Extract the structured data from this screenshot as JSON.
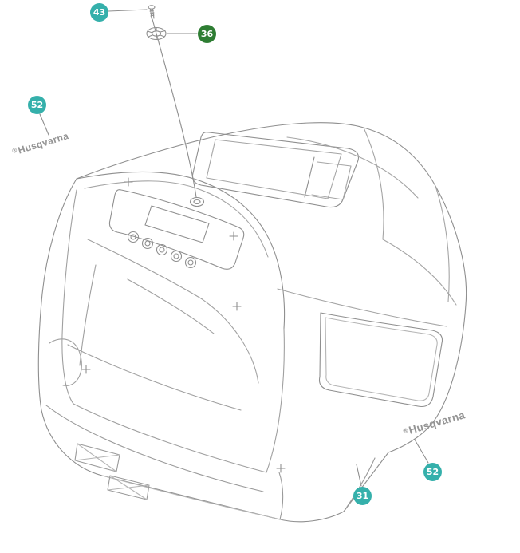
{
  "diagram": {
    "brand_mark": "®",
    "brand": "Husqvarna",
    "callouts": [
      {
        "label": "43",
        "color": "#35b0ab"
      },
      {
        "label": "36",
        "color": "#2e7d33"
      },
      {
        "label": "52",
        "color": "#35b0ab"
      },
      {
        "label": "52",
        "color": "#35b0ab"
      },
      {
        "label": "31",
        "color": "#35b0ab"
      }
    ]
  }
}
